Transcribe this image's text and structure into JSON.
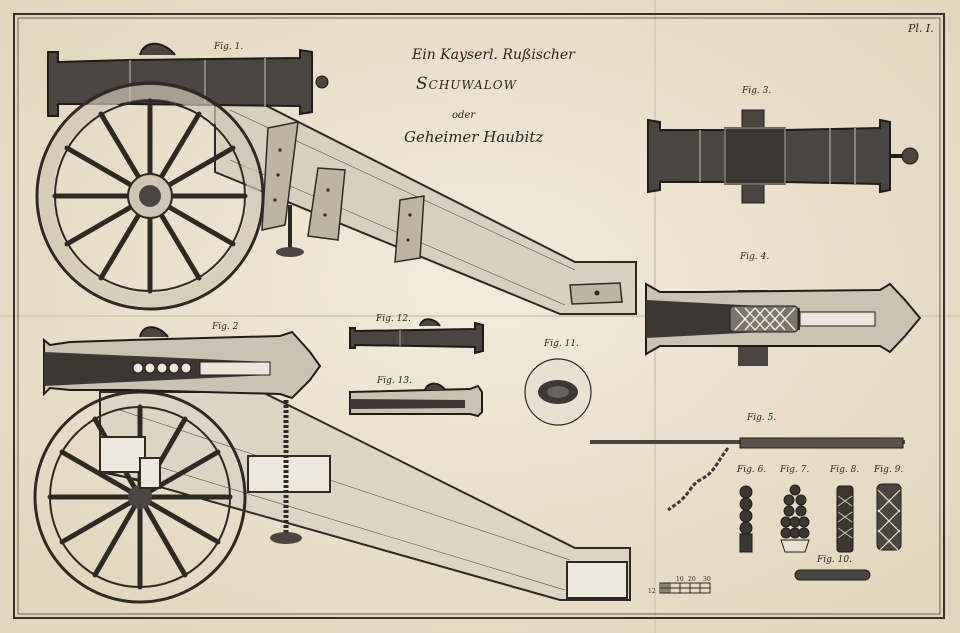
{
  "title": {
    "line1": "Ein Kayserl. Rußischer",
    "line2": "Schuwalow",
    "line3": "oder",
    "line4": "Geheimer Haubitz"
  },
  "plate_number": "Pl. I.",
  "figures": {
    "fig1": "Fig. 1.",
    "fig2": "Fig. 2",
    "fig3": "Fig. 3.",
    "fig4": "Fig. 4.",
    "fig5": "Fig. 5.",
    "fig6": "Fig. 6.",
    "fig7": "Fig. 7.",
    "fig8": "Fig. 8.",
    "fig9": "Fig. 9.",
    "fig10": "Fig. 10.",
    "fig11": "Fig. 11.",
    "fig12": "Fig. 12.",
    "fig13": "Fig. 13."
  },
  "scale": {
    "left": "12",
    "top_a": "10",
    "top_b": "20",
    "top_c": "30"
  },
  "colors": {
    "paper": "#efe7d6",
    "ink": "#2b2520",
    "metal": "#4a4540",
    "wood": "#d8d0bf"
  }
}
